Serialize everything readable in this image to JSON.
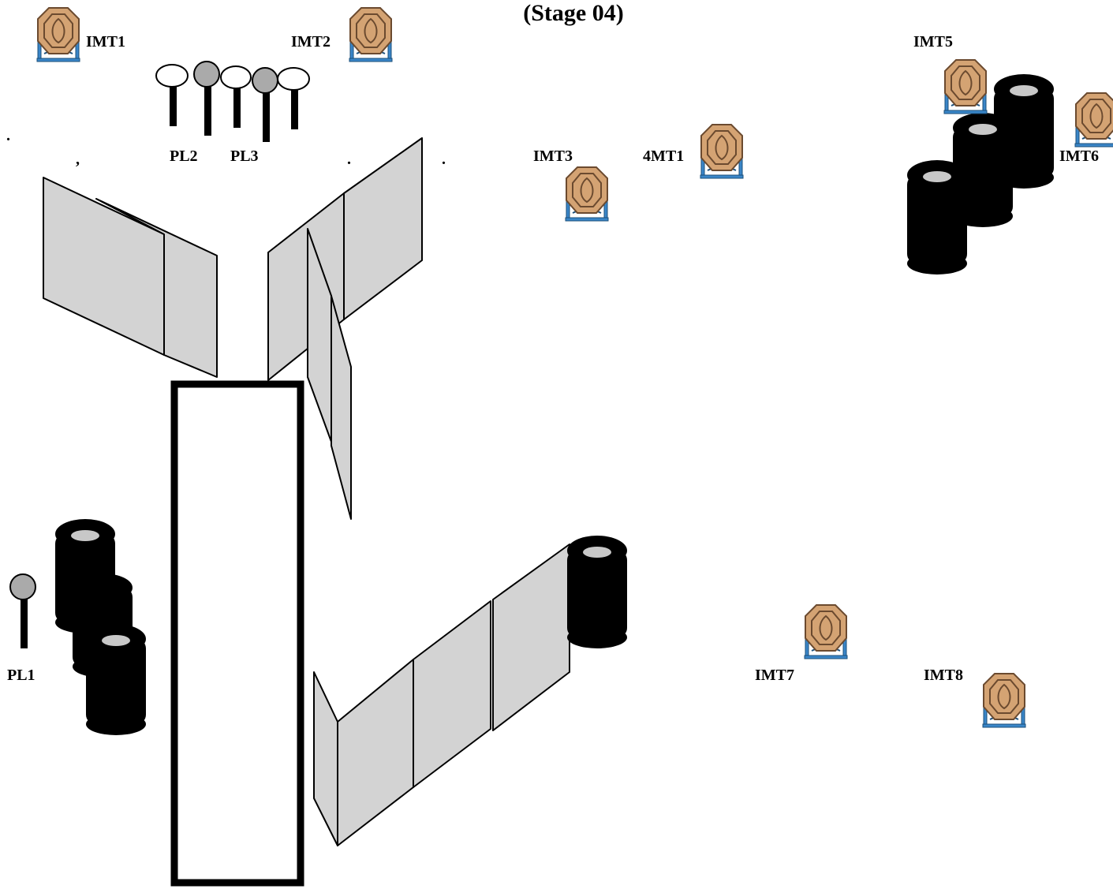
{
  "title": "(Stage 04)",
  "labels": {
    "imt1": "IMT1",
    "imt2": "IMT2",
    "imt3": "IMT3",
    "mt4": "4MT1",
    "imt5": "IMT5",
    "imt6": "IMT6",
    "imt7": "IMT7",
    "imt8": "IMT8",
    "pl1": "PL1",
    "pl2": "PL2",
    "pl3": "PL3"
  },
  "marks": {
    "dot1": ".",
    "comma": ",",
    "dot2": ".",
    "dot3": "."
  },
  "colors": {
    "target_fill": "#d4a373",
    "target_stroke": "#6b4a2f",
    "stand": "#3a86c8",
    "wall": "#d3d3d3",
    "tire": "#000000",
    "plate_gray": "#aaaaaa"
  },
  "icons": {
    "target": "ipsc-target-icon",
    "popper": "steel-plate-icon",
    "tire": "tire-stack-icon",
    "wall": "wall-panel-icon"
  }
}
